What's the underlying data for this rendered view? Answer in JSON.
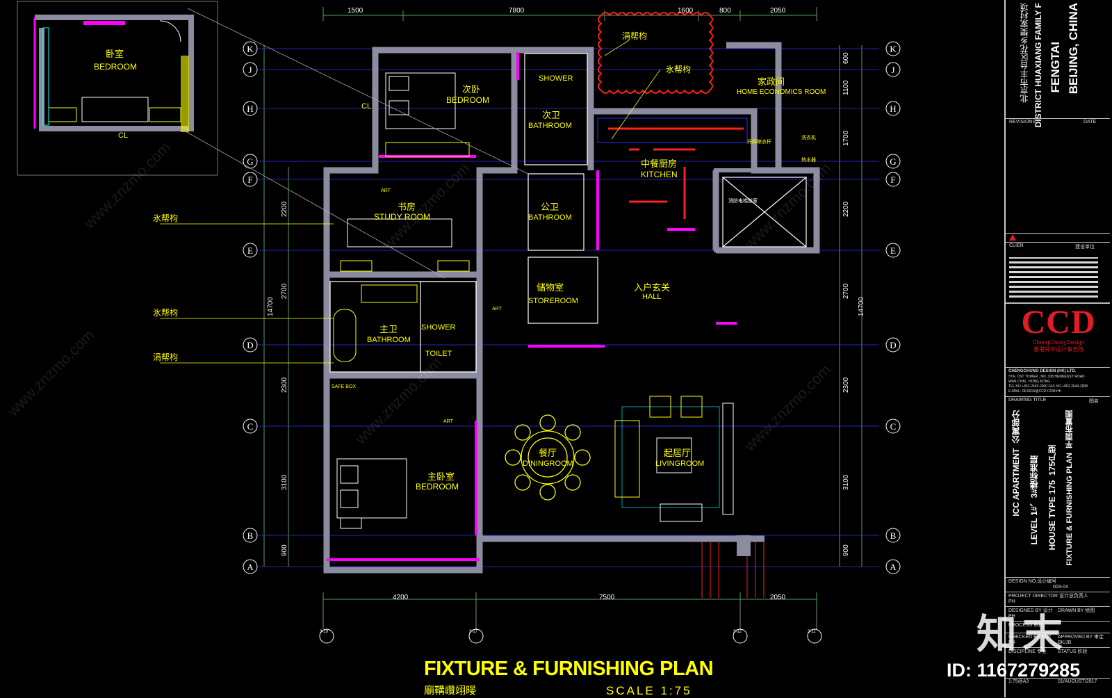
{
  "drawing": {
    "title": "FIXTURE & FURNISHING PLAN",
    "subtitle": "廟鞲巑翊暥",
    "scale": "SCALE 1:75"
  },
  "watermark": {
    "id_text": "ID: 1167279285",
    "brand_cn": "知末",
    "url": "www.znzmo.com"
  },
  "dimensions": {
    "top": [
      "1500",
      "7800",
      "1600",
      "800",
      "2050"
    ],
    "bottom": [
      "4200",
      "7500",
      "2050"
    ],
    "left_total": "14700",
    "left": [
      "2200",
      "2700",
      "2300",
      "3100",
      "900"
    ],
    "right_total": "14700",
    "right_top": [
      "600",
      "1100",
      "1700"
    ],
    "right": [
      "2200",
      "2700",
      "2300",
      "3100",
      "900"
    ]
  },
  "grid_axes": [
    "K",
    "J",
    "H",
    "G",
    "F",
    "E",
    "D",
    "C",
    "B",
    "A"
  ],
  "column_tags": [
    "3-19",
    "3-17",
    "3-12",
    "3-11"
  ],
  "rooms": {
    "inset_bedroom_cn": "卧室",
    "inset_bedroom_en": "BEDROOM",
    "inset_cl": "CL",
    "bedroom2_cn": "次卧",
    "bedroom2_en": "BEDROOM",
    "shower": "SHOWER",
    "bath2_cn": "次卫",
    "bath2_en": "BATHROOM",
    "kitchen_cn": "中餐厨房",
    "kitchen_en": "KITCHEN",
    "home_ec_cn": "家政间",
    "home_ec_en": "HOME ECONOMICS ROOM",
    "study_cn": "书房",
    "study_en": "STUDY ROOM",
    "public_bath_cn": "公卫",
    "public_bath_en": "BATHROOM",
    "storeroom_cn": "储物室",
    "storeroom_en": "STOREROOM",
    "hall_cn": "入户玄关",
    "hall_en": "HALL",
    "master_bath_cn": "主卫",
    "master_bath_en": "BATHROOM",
    "master_shower": "SHOWER",
    "toilet": "TOILET",
    "safe_box": "SAFE BOX",
    "dining_cn": "餐厅",
    "dining_en": "DININGROOM",
    "living_cn": "起居厅",
    "living_en": "LIVINGROOM",
    "master_bed_cn": "主卧室",
    "master_bed_en": "BEDROOM",
    "cl_left": "CL",
    "lift_lobby": "消防电梯前室"
  },
  "callouts": {
    "top_1": "涓帮枃",
    "top_2": "氷帮枃",
    "left_1": "氷帮枃",
    "left_2": "氷帮枃",
    "left_3": "涓帮枃",
    "art": "ART",
    "ll_1": "洗衣机",
    "ll_2": "热水器",
    "ll_3": "升降晾衣杆"
  },
  "title_block": {
    "project_cn_vertical": "北京市丰台区花乡樊家村项",
    "project_en_1": "DISTRICT HUAXIANG FAMILY F",
    "project_en_2": "FENGTAI",
    "project_en_3": "BEIJING, CHINA",
    "revisions": "REVISIONS",
    "date": "DATE",
    "client": "CLIEN",
    "client_cn": "建设单位",
    "company_name": "CHENGCHUNG DESIGN (HK) LTD.",
    "company_addr_1": "37/F, CNT TOWER , NO. 338 HENNESSY ROAD",
    "company_addr_2": "WAN CHAI , HONG KONG",
    "company_tel": "TEL NO.+852-2649-2000  FAX NO.+852-2649-2808",
    "company_email": "E-MAIL: DESIGN@CCD.COM.HK",
    "drawing_title_label": "DRAWING TITLE",
    "drawing_title_cn_label": "图名",
    "dt_line_1": "ICC APARTMENT",
    "dt_line_1_cn": "公寓部分",
    "dt_line_2": "LEVEL  1#、3#楼标准层",
    "dt_line_3": "HOUSE TYPE 175",
    "dt_line_3_cn": "175户型",
    "dt_line_4": "FIXTURE & FURNISHING PLAN",
    "dt_line_4_cn": "平面布置图",
    "design_no_label": "DESIGN NO.设计编号",
    "design_no": "003-04",
    "project_director": "PROJECT DIRECTOR  设计总负责人",
    "pd_value": "PH",
    "designed_by": "DESIGNED BY 设计",
    "drawn_by": "DRAWN BY  绘图",
    "designed_value": "PH",
    "process": "PROCESS 审核",
    "checked_by": "CHECKED BY 校对",
    "approved_by": "APPROVED BY 审定",
    "checked_value": "PH",
    "approved_value": "BK/JB",
    "discipline": "DISCIPLINE 专业",
    "status": "STATUS  阶段",
    "scale_value": "1:75@A3",
    "date_value": "01/AUGUST/2017"
  },
  "logo": {
    "name": "CCD",
    "sub_en": "ChengChung Design",
    "sub_cn": "香港郑中设计事务所",
    "color": "#e31b23"
  },
  "colors": {
    "background": "#000000",
    "wall_fill": "#8c8ca0",
    "magenta": "#ff00ff",
    "yellow": "#ffff00",
    "red": "#ff2020",
    "cyan": "#00ffff",
    "blue": "#3030ff",
    "green": "#00ff00",
    "dim_line": "#5b9b5b"
  }
}
